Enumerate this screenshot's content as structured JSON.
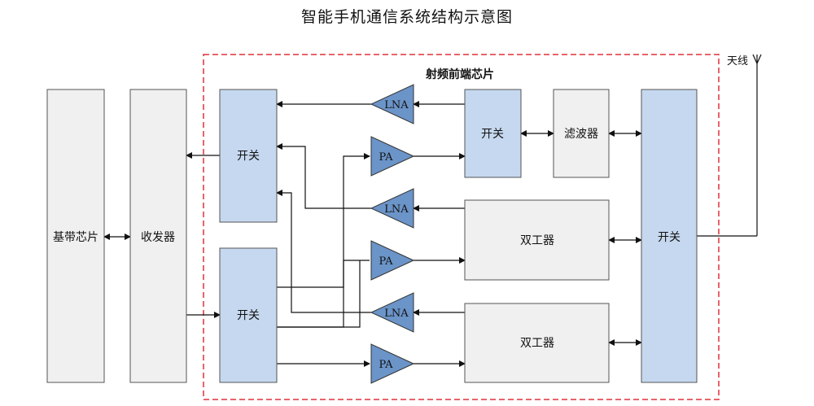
{
  "title": "智能手机通信系统结构示意图",
  "rf_frontend_label": "射频前端芯片",
  "antenna_label": "天线",
  "blocks": {
    "baseband": "基带芯片",
    "transceiver": "收发器",
    "switch_rx": "开关",
    "switch_tx": "开关",
    "switch_mid": "开关",
    "switch_right": "开关",
    "filter": "滤波器",
    "duplexer_1": "双工器",
    "duplexer_2": "双工器"
  },
  "amplifiers": {
    "lna_1": "LNA",
    "pa_1": "PA",
    "lna_2": "LNA",
    "pa_2": "PA",
    "lna_3": "LNA",
    "pa_3": "PA"
  },
  "colors": {
    "switch_fill": "#c5d8ef",
    "amp_fill": "#6b94c8",
    "block_fill": "#f0f0f0",
    "frontend_border": "#e0303a"
  }
}
